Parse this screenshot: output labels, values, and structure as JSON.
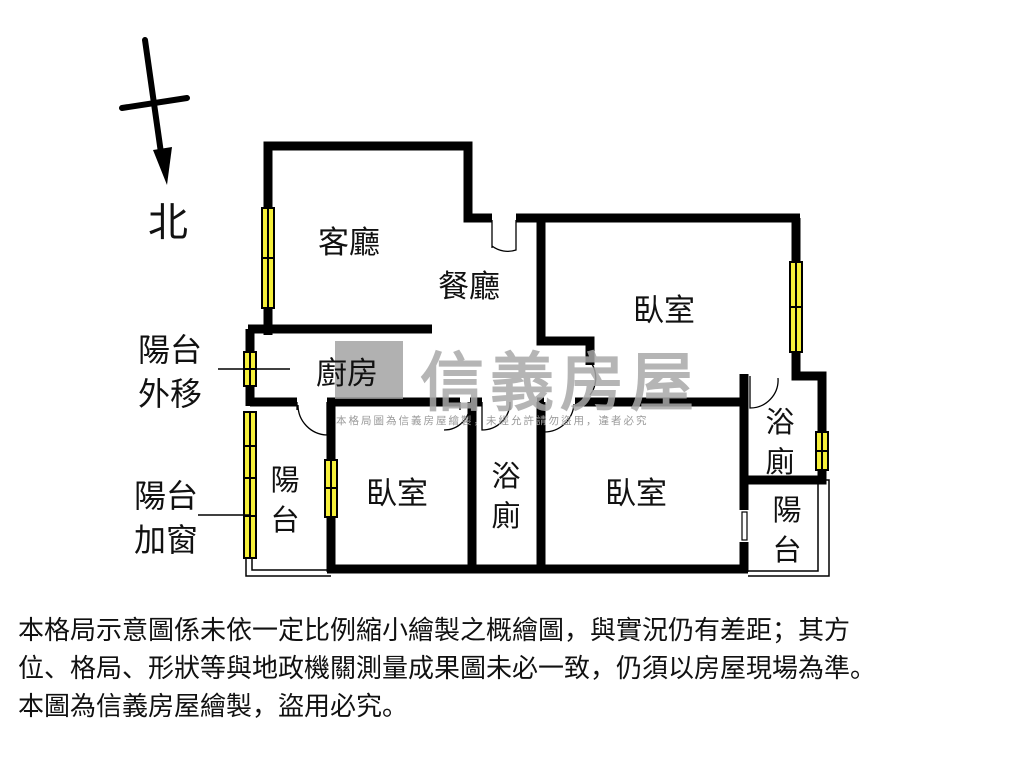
{
  "compass": {
    "label": "北",
    "icon": "north-arrow-icon"
  },
  "rooms": {
    "living_room": "客廳",
    "dining_room": "餐廳",
    "kitchen": "廚房",
    "master_bedroom": "臥室",
    "bedroom_left": "臥室",
    "bedroom_center": "臥室",
    "bathroom_center": "浴\n廁",
    "bathroom_right": "浴\n廁",
    "balcony_left": "陽\n台",
    "balcony_right": "陽\n台"
  },
  "annotations": {
    "balcony_moved_out": "陽台\n外移",
    "balcony_window_added": "陽台\n加窗"
  },
  "watermark": {
    "brand": "信義房屋",
    "notice": "本格局圖為信義房屋繪製，未經允許請勿盜用，違者必究"
  },
  "disclaimer": {
    "line1": "本格局示意圖係未依一定比例縮小繪製之概繪圖，與實況仍有差距；其方",
    "line2": "位、格局、形狀等與地政機關測量成果圖未必一致，仍須以房屋現場為準。",
    "line3": "本圖為信義房屋繪製，盜用必究。"
  },
  "colors": {
    "wall": "#000000",
    "window_fill": "#f5ef3a",
    "watermark": "#a9a9a9",
    "background": "#ffffff"
  }
}
